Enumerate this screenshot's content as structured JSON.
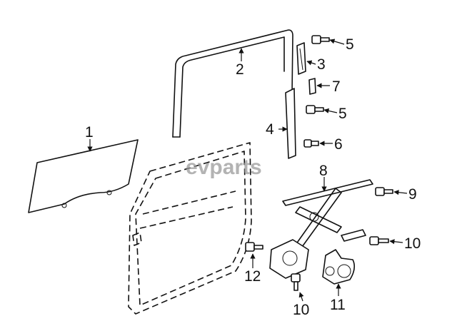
{
  "watermark": "evparts",
  "callouts": [
    "1",
    "2",
    "3",
    "4",
    "5",
    "5",
    "6",
    "7",
    "8",
    "9",
    "10",
    "10",
    "11",
    "12"
  ]
}
